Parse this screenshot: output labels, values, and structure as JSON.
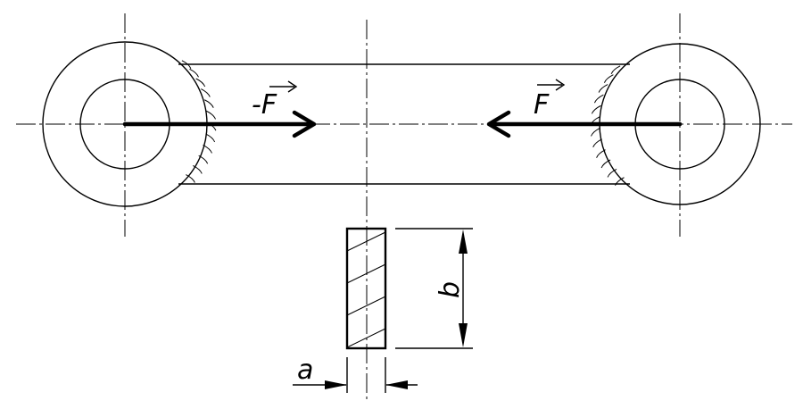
{
  "labels": {
    "force_left": "-F",
    "force_right": "F",
    "dim_b": "b",
    "dim_a": "a"
  },
  "colors": {
    "line": "#000000",
    "background": "#ffffff"
  }
}
